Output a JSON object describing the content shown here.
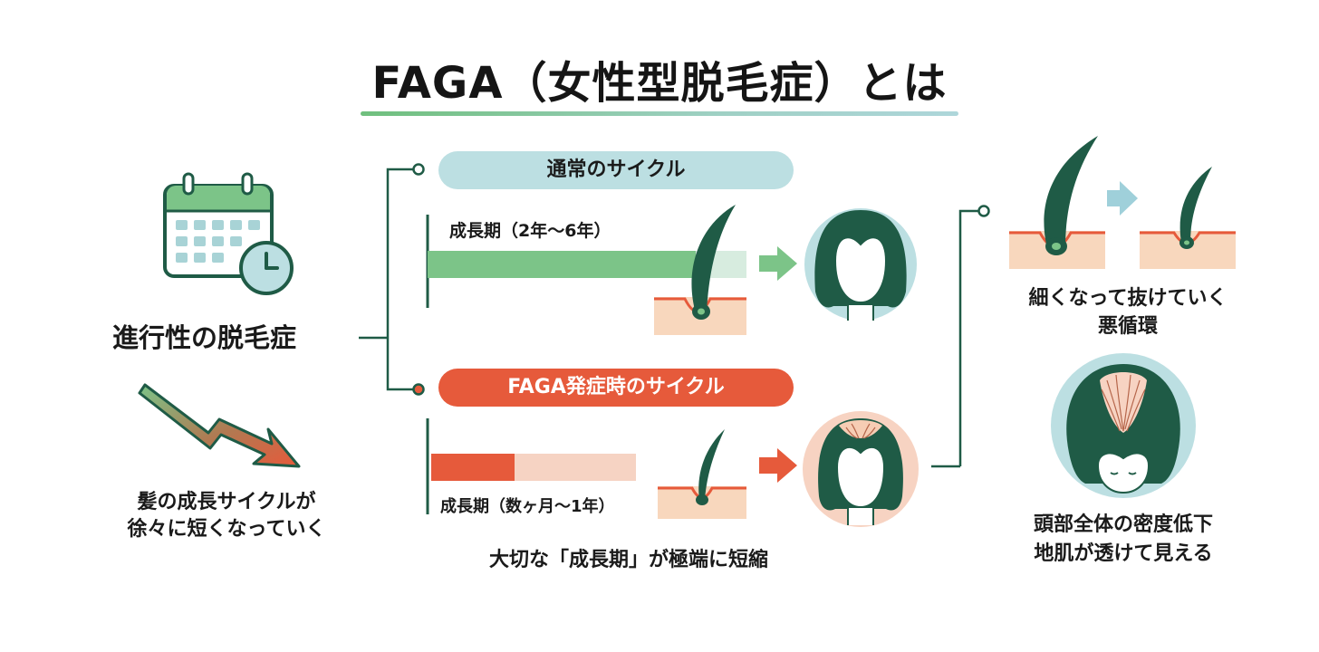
{
  "title": "FAGA（女性型脱毛症）とは",
  "left": {
    "heading": "進行性の脱毛症",
    "caption_line1": "髪の成長サイクルが",
    "caption_line2": "徐々に短くなっていく",
    "icons": [
      "calendar-icon",
      "clock-icon",
      "down-trend-arrow-icon"
    ]
  },
  "normal_cycle": {
    "pill_label": "通常のサイクル",
    "growth_label": "成長期（2年〜6年）",
    "bar_color": "#7cc488"
  },
  "faga_cycle": {
    "pill_label": "FAGA発症時のサイクル",
    "growth_label": "成長期（数ヶ月〜1年）",
    "bar_color": "#e65a3b",
    "caption": "大切な「成長期」が極端に短縮"
  },
  "right": {
    "caption1_line1": "細くなって抜けていく",
    "caption1_line2": "悪循環",
    "caption2_line1": "頭部全体の密度低下",
    "caption2_line2": "地肌が透けて見える"
  },
  "colors": {
    "dark_green": "#1f5b46",
    "light_green": "#7cc488",
    "orange": "#e65a3b",
    "skin": "#f8d7bd",
    "light_blue": "#bcdfe2"
  }
}
